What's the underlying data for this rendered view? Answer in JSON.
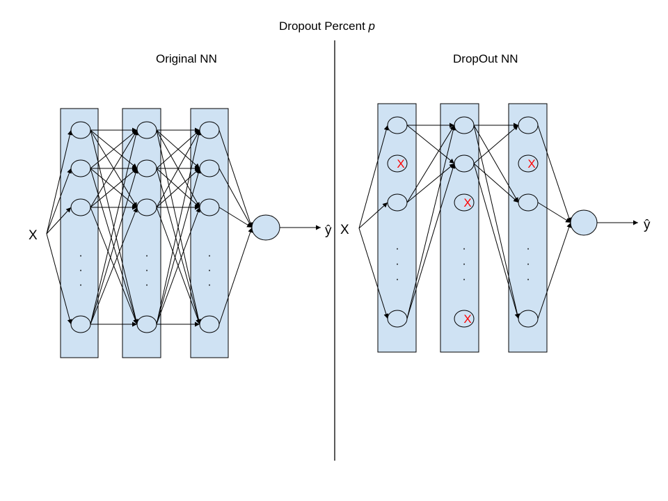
{
  "title": {
    "text": "Dropout Percent",
    "variable": "p"
  },
  "left_panel": {
    "title": "Original NN",
    "input_label": "X",
    "output_label": "ŷ",
    "dots": "·"
  },
  "right_panel": {
    "title": "DropOut NN",
    "input_label": "X",
    "output_label": "ŷ",
    "dropped_marker": "X",
    "dots": "·"
  },
  "colors": {
    "layer_fill": "#cfe2f3",
    "node_fill": "#cfe2f3",
    "stroke": "#000000",
    "dropped_marker": "#ff0000",
    "background": "#ffffff"
  }
}
